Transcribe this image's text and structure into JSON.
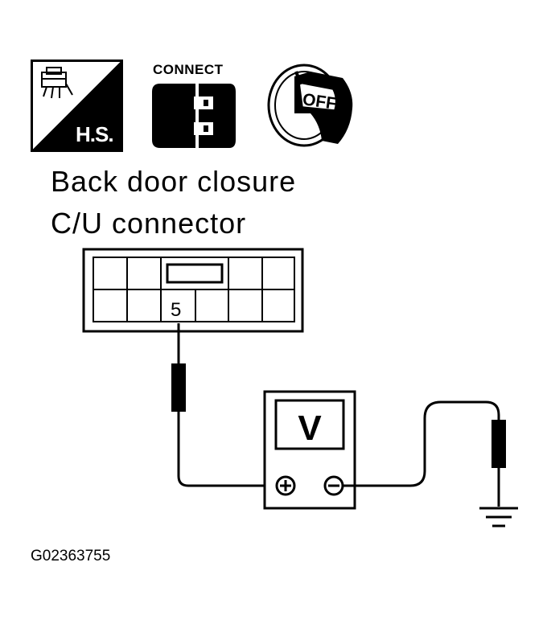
{
  "icons": {
    "harness_side_label": "H.S.",
    "connect_label": "CONNECT",
    "ignition_label": "OFF"
  },
  "title": {
    "line1": "Back door closure",
    "line2": "C/U connector"
  },
  "connector": {
    "pin_label": "5"
  },
  "voltmeter": {
    "display": "V"
  },
  "figure_code": "G02363755"
}
